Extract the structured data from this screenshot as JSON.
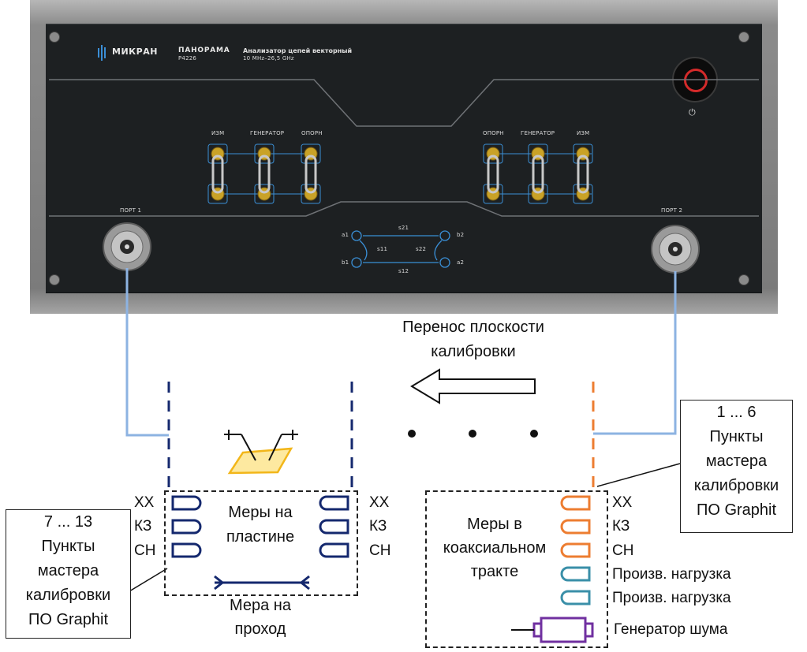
{
  "device": {
    "brand": "МИКРАН",
    "model": "ПАНОРАМА",
    "model_code": "Р4226",
    "description": "Анализатор цепей векторный",
    "freq_range": "10 MHz–26,5 GHz",
    "port1": "ПОРТ 1",
    "port2": "ПОРТ 2",
    "left_jumpers": [
      "ИЗМ",
      "ГЕНЕРАТОР",
      "ОПОРН"
    ],
    "right_jumpers": [
      "ОПОРН",
      "ГЕНЕРАТОР",
      "ИЗМ"
    ],
    "sparams": {
      "a1": "a1",
      "b1": "b1",
      "a2": "a2",
      "b2": "b2",
      "s11": "s11",
      "s21": "s21",
      "s12": "s12",
      "s22": "s22"
    }
  },
  "diagram": {
    "transfer_label": [
      "Перенос плоскости",
      "калибровки"
    ],
    "right_callout": [
      "1 ... 6",
      "Пункты",
      "мастера",
      "калибровки",
      "ПО Graphit"
    ],
    "left_callout": [
      "7 ... 13",
      "Пункты",
      "мастера",
      "калибровки",
      "ПО Graphit"
    ],
    "wafer_label": [
      "Меры на",
      "пластине"
    ],
    "thru_label": [
      "Мера на",
      "проход"
    ],
    "coax_label": [
      "Меры в",
      "коаксиальном",
      "тракте"
    ],
    "left_std": [
      "ХХ",
      "КЗ",
      "СН"
    ],
    "right_std": [
      "ХХ",
      "КЗ",
      "СН"
    ],
    "coax_std": [
      "ХХ",
      "КЗ",
      "СН",
      "Произв. нагрузка",
      "Произв. нагрузка",
      "Генератор шума"
    ],
    "colors": {
      "navy": "#14286e",
      "orange": "#ed7d31",
      "teal": "#3a8fa8",
      "purple": "#7030a0",
      "cable": "#8db3e2",
      "gold": "#f2b619"
    }
  }
}
